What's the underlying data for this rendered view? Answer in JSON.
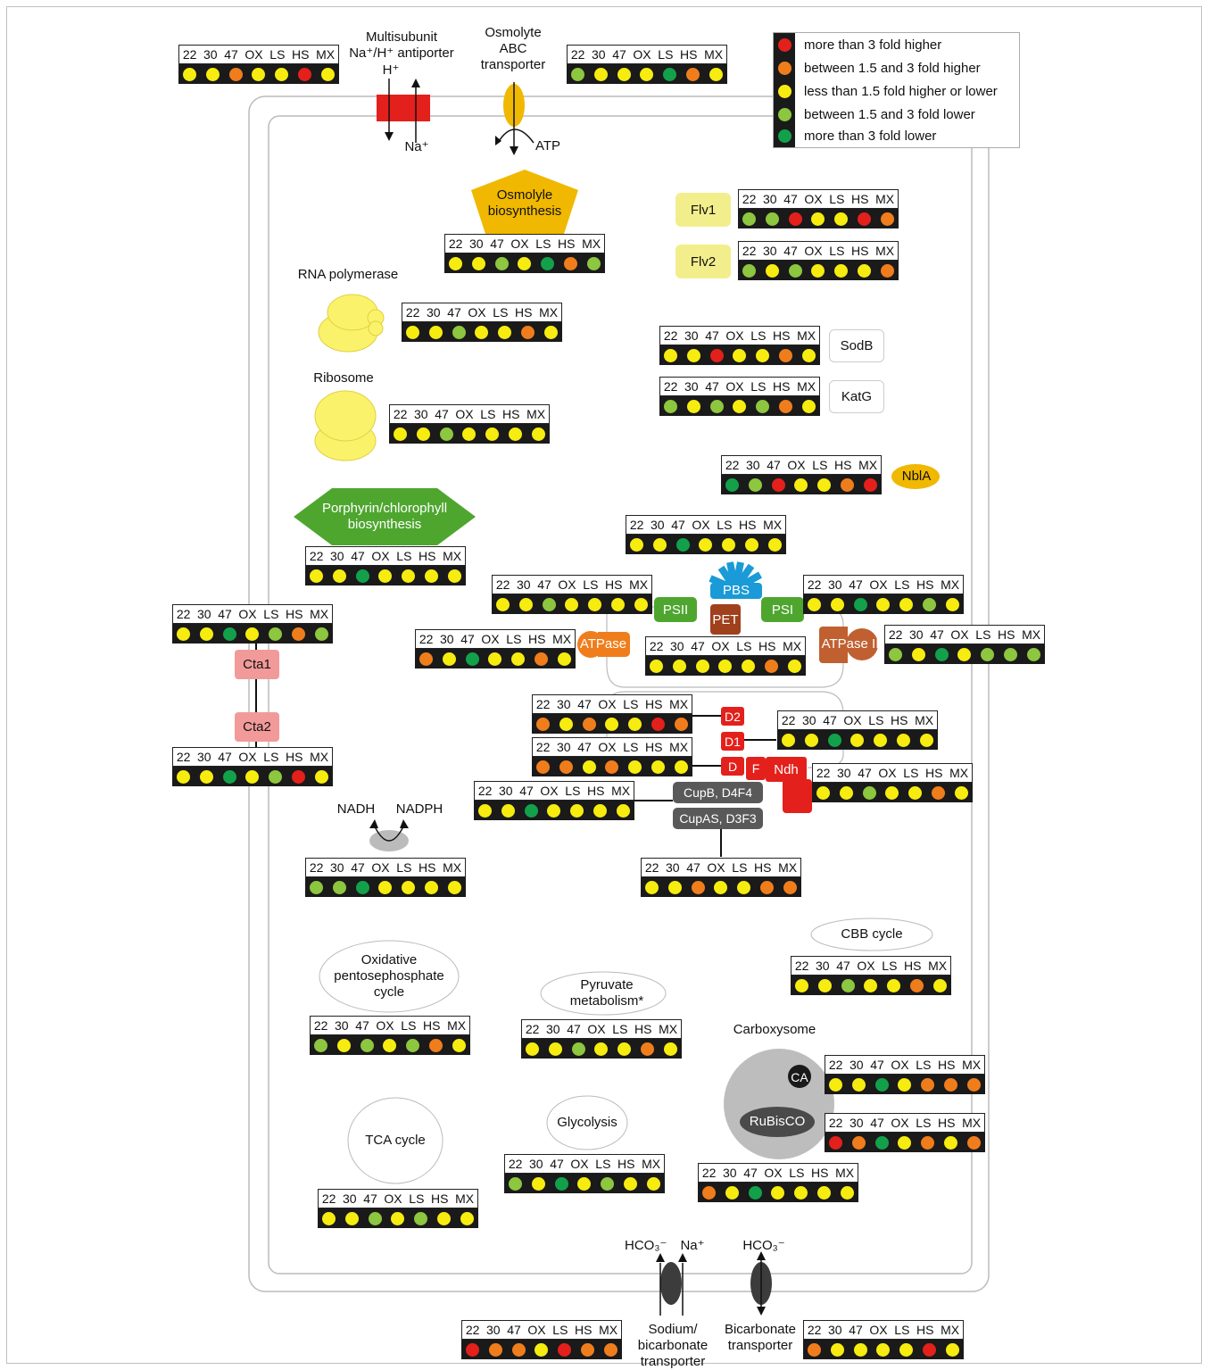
{
  "headers": [
    "22",
    "30",
    "47",
    "OX",
    "LS",
    "HS",
    "MX"
  ],
  "colors": {
    "R": "#e3201b",
    "O": "#f07d1c",
    "Y": "#f7ec0f",
    "LG": "#8dc63f",
    "G": "#12a14a"
  },
  "legend": [
    {
      "color": "#e3201b",
      "text": "more than 3 fold higher"
    },
    {
      "color": "#f07d1c",
      "text": "between 1.5 and 3 fold higher"
    },
    {
      "color": "#f7ec0f",
      "text": "less than 1.5 fold higher or lower"
    },
    {
      "color": "#8dc63f",
      "text": "between 1.5 and 3 fold lower"
    },
    {
      "color": "#12a14a",
      "text": "more than 3 fold lower"
    }
  ],
  "panels": {
    "antiporter": [
      "Y",
      "Y",
      "O",
      "Y",
      "Y",
      "R",
      "Y"
    ],
    "abc": [
      "LG",
      "Y",
      "Y",
      "Y",
      "G",
      "O",
      "Y"
    ],
    "osmolyte_bio": [
      "Y",
      "Y",
      "LG",
      "Y",
      "G",
      "O",
      "LG"
    ],
    "flv1": [
      "LG",
      "LG",
      "R",
      "Y",
      "Y",
      "R",
      "O"
    ],
    "flv2": [
      "LG",
      "Y",
      "LG",
      "Y",
      "Y",
      "Y",
      "O"
    ],
    "rnapol": [
      "Y",
      "Y",
      "LG",
      "Y",
      "Y",
      "O",
      "Y"
    ],
    "sodb": [
      "Y",
      "Y",
      "R",
      "Y",
      "Y",
      "O",
      "Y"
    ],
    "katg": [
      "LG",
      "Y",
      "LG",
      "Y",
      "LG",
      "O",
      "Y"
    ],
    "ribosome": [
      "Y",
      "Y",
      "LG",
      "Y",
      "Y",
      "Y",
      "Y"
    ],
    "nbla": [
      "G",
      "LG",
      "R",
      "Y",
      "Y",
      "O",
      "R"
    ],
    "pbs": [
      "Y",
      "Y",
      "G",
      "Y",
      "Y",
      "Y",
      "Y"
    ],
    "porphyrin": [
      "Y",
      "Y",
      "G",
      "Y",
      "Y",
      "Y",
      "Y"
    ],
    "psii": [
      "Y",
      "Y",
      "LG",
      "Y",
      "Y",
      "Y",
      "Y"
    ],
    "psi": [
      "Y",
      "Y",
      "G",
      "Y",
      "Y",
      "LG",
      "Y"
    ],
    "cta1": [
      "Y",
      "Y",
      "G",
      "Y",
      "LG",
      "O",
      "LG"
    ],
    "atpase": [
      "O",
      "Y",
      "G",
      "Y",
      "Y",
      "O",
      "Y"
    ],
    "pet": [
      "Y",
      "Y",
      "Y",
      "Y",
      "Y",
      "O",
      "Y"
    ],
    "atpase2": [
      "LG",
      "Y",
      "G",
      "Y",
      "LG",
      "LG",
      "LG"
    ],
    "d2": [
      "O",
      "Y",
      "O",
      "Y",
      "Y",
      "R",
      "O"
    ],
    "d1": [
      "Y",
      "Y",
      "G",
      "Y",
      "Y",
      "Y",
      "Y"
    ],
    "d": [
      "O",
      "O",
      "Y",
      "O",
      "Y",
      "Y",
      "Y"
    ],
    "cta2": [
      "Y",
      "Y",
      "G",
      "Y",
      "LG",
      "R",
      "Y"
    ],
    "ndh": [
      "Y",
      "Y",
      "LG",
      "Y",
      "Y",
      "O",
      "Y"
    ],
    "cupb": [
      "Y",
      "Y",
      "G",
      "Y",
      "Y",
      "Y",
      "Y"
    ],
    "nadh": [
      "LG",
      "LG",
      "G",
      "Y",
      "Y",
      "Y",
      "Y"
    ],
    "cupas": [
      "Y",
      "Y",
      "O",
      "Y",
      "Y",
      "O",
      "O"
    ],
    "cbb": [
      "Y",
      "Y",
      "LG",
      "Y",
      "Y",
      "O",
      "Y"
    ],
    "oxpp": [
      "LG",
      "Y",
      "LG",
      "Y",
      "LG",
      "O",
      "Y"
    ],
    "pyruvate": [
      "Y",
      "Y",
      "LG",
      "Y",
      "Y",
      "O",
      "Y"
    ],
    "ca": [
      "Y",
      "Y",
      "G",
      "Y",
      "O",
      "O",
      "O"
    ],
    "rubisco": [
      "R",
      "O",
      "G",
      "Y",
      "O",
      "Y",
      "O"
    ],
    "glycolysis": [
      "LG",
      "Y",
      "G",
      "Y",
      "LG",
      "Y",
      "Y"
    ],
    "carboxysome": [
      "O",
      "Y",
      "G",
      "Y",
      "Y",
      "Y",
      "Y"
    ],
    "tca": [
      "Y",
      "Y",
      "LG",
      "Y",
      "LG",
      "Y",
      "Y"
    ],
    "sodium_bicarb": [
      "R",
      "O",
      "O",
      "Y",
      "R",
      "O",
      "O"
    ],
    "bicarb": [
      "O",
      "Y",
      "Y",
      "Y",
      "Y",
      "R",
      "Y"
    ]
  },
  "labels": {
    "antiporter_l1": "Multisubunit",
    "antiporter_l2": "Na⁺/H⁺ antiporter",
    "h_plus": "H⁺",
    "na_plus": "Na⁺",
    "abc_l1": "Osmolyte",
    "abc_l2": "ABC",
    "abc_l3": "transporter",
    "atp": "ATP",
    "osmolyte_bio_l1": "Osmolyle",
    "osmolyte_bio_l2": "biosynthesis",
    "flv1": "Flv1",
    "flv2": "Flv2",
    "rnapol": "RNA polymerase",
    "sodb": "SodB",
    "katg": "KatG",
    "ribosome": "Ribosome",
    "nbla": "NblA",
    "porphyrin_l1": "Porphyrin/chlorophyll",
    "porphyrin_l2": "biosynthesis",
    "pbs": "PBS",
    "psii": "PSII",
    "psi": "PSI",
    "pet": "PET",
    "atpase": "ATPase",
    "atpase2": "ATPase II",
    "cta1": "Cta1",
    "cta2": "Cta2",
    "d2": "D2",
    "d1": "D1",
    "d": "D",
    "f": "F",
    "ndh": "Ndh",
    "cupb": "CupB, D4F4",
    "cupas": "CupAS, D3F3",
    "nadh": "NADH",
    "nadph": "NADPH",
    "cbb": "CBB cycle",
    "oxpp_l1": "Oxidative",
    "oxpp_l2": "pentosephosphate",
    "oxpp_l3": "cycle",
    "pyruvate_l1": "Pyruvate",
    "pyruvate_l2": "metabolism*",
    "carboxysome": "Carboxysome",
    "ca": "CA",
    "rubisco": "RuBisCO",
    "glycolysis": "Glycolysis",
    "tca": "TCA cycle",
    "hco3_a": "HCO₃⁻",
    "na_b": "Na⁺",
    "hco3_b": "HCO₃⁻",
    "sodium_l1": "Sodium/",
    "sodium_l2": "bicarbonate",
    "sodium_l3": "transporter",
    "bicarb_l1": "Bicarbonate",
    "bicarb_l2": "transporter"
  }
}
